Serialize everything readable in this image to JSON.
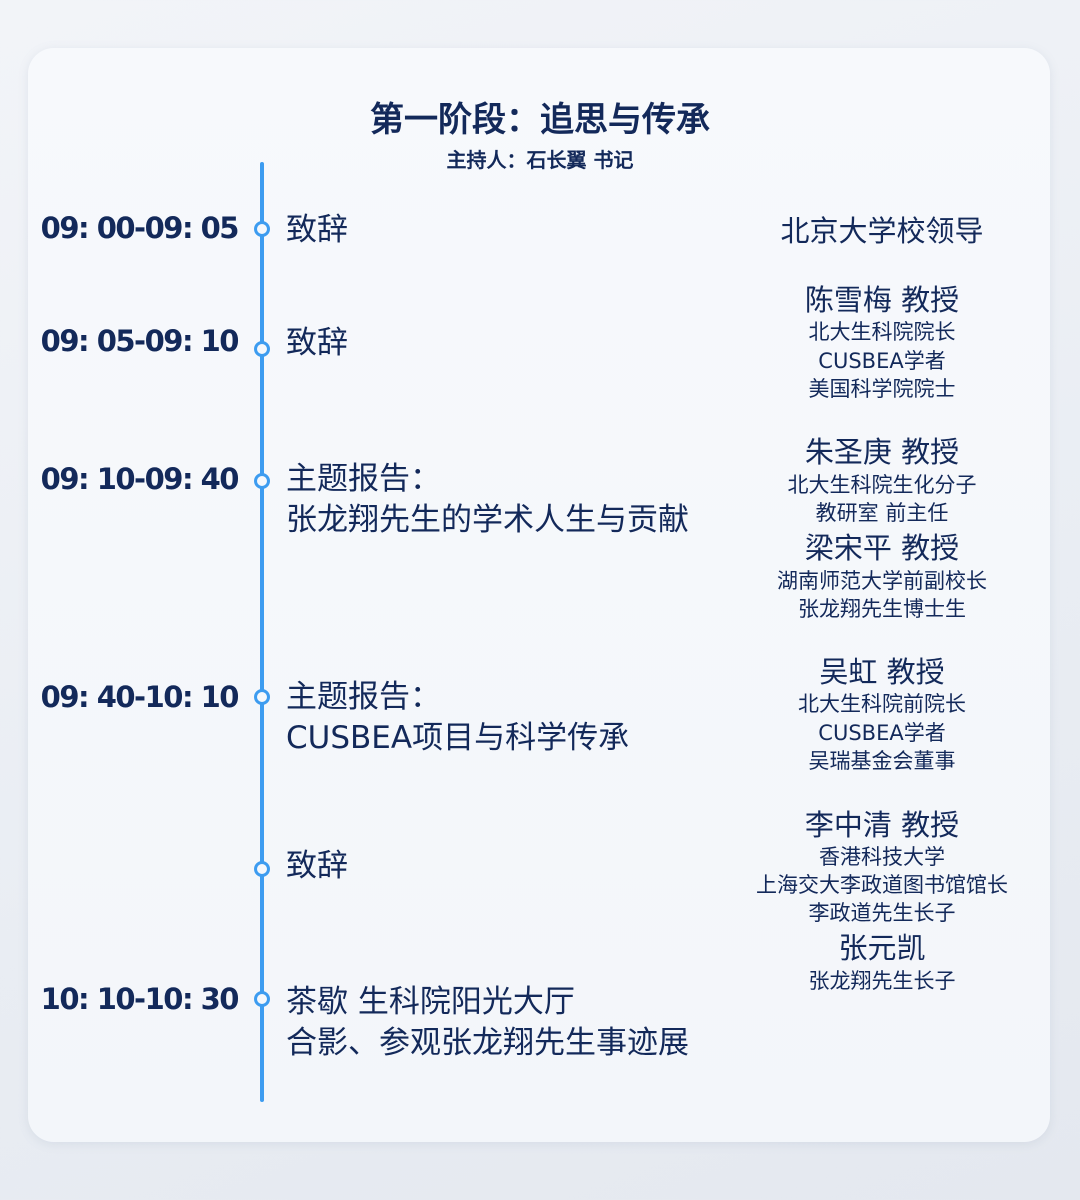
{
  "header": {
    "title": "第一阶段：追思与传承",
    "host": "主持人：石长翼 书记"
  },
  "colors": {
    "text": "#13295a",
    "timeline": "#3d9cf0"
  },
  "schedule": [
    {
      "time": "09: 00-09: 05",
      "item": [
        "致辞"
      ],
      "speakers": [
        {
          "name": "北京大学校领导",
          "titles": []
        }
      ]
    },
    {
      "time": "09: 05-09: 10",
      "item": [
        "致辞"
      ],
      "speakers": [
        {
          "name": "陈雪梅 教授",
          "titles": [
            "北大生科院院长",
            "CUSBEA学者",
            "美国科学院院士"
          ]
        }
      ]
    },
    {
      "time": "09: 10-09: 40",
      "item": [
        "主题报告：",
        "张龙翔先生的学术人生与贡献"
      ],
      "speakers": [
        {
          "name": "朱圣庚 教授",
          "titles": [
            "北大生科院生化分子",
            "教研室 前主任"
          ]
        },
        {
          "name": "梁宋平 教授",
          "titles": [
            "湖南师范大学前副校长",
            "张龙翔先生博士生"
          ]
        }
      ]
    },
    {
      "time": "09: 40-10: 10",
      "item": [
        "主题报告：",
        "CUSBEA项目与科学传承"
      ],
      "speakers": [
        {
          "name": "吴虹 教授",
          "titles": [
            "北大生科院前院长",
            "CUSBEA学者",
            "吴瑞基金会董事"
          ]
        }
      ]
    },
    {
      "time": "",
      "item": [
        "致辞"
      ],
      "speakers": [
        {
          "name": "李中清 教授",
          "titles": [
            "香港科技大学",
            "上海交大李政道图书馆馆长",
            "李政道先生长子"
          ]
        },
        {
          "name": "张元凯",
          "titles": [
            "张龙翔先生长子"
          ]
        }
      ]
    },
    {
      "time": "10: 10-10: 30",
      "item": [
        "茶歇 生科院阳光大厅",
        "合影、参观张龙翔先生事迹展"
      ],
      "speakers": []
    }
  ]
}
